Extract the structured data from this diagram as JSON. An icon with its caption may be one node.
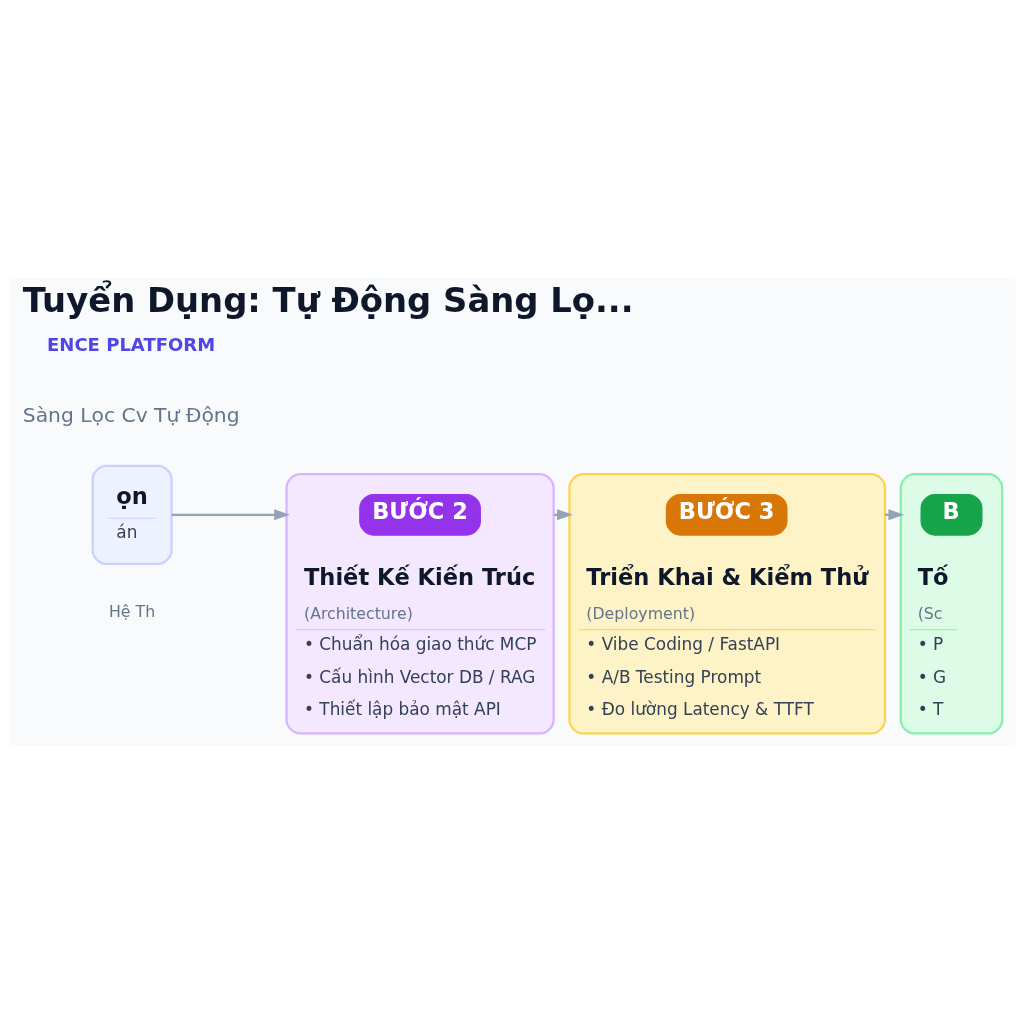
{
  "diagram": {
    "title": "Tuyển Dụng: Tự Động Sàng Lọ...",
    "nodes": [
      {
        "text": [
          "ọn",
          "án"
        ]
      },
      {
        "text": [
          "Thiết Kế Kiến Trúc",
          "(Architecture)",
          "• Chuẩn hóa giao thức MCP",
          "• Cấu hình Vector DB / RAG",
          "• Thiết lập bảo mật API"
        ]
      },
      {
        "text": [
          "BƯỚC 2"
        ],
        "in": 1
      },
      {
        "text": [
          "Triển Khai & Kiểm Thử",
          "(Deployment)",
          "• Vibe Coding / FastAPI",
          "• A/B Testing Prompt",
          "• Đo lường Latency & TTFT"
        ]
      },
      {
        "text": [
          "BƯỚC 3"
        ],
        "in": 3
      },
      {
        "text": [
          "Tố",
          "(Sc",
          "• P",
          "• G",
          "• T"
        ]
      },
      {
        "text": [
          "B"
        ],
        "in": 5
      }
    ],
    "edges": [
      {
        "from": 0,
        "to": 1,
        "arrow": "to"
      },
      {
        "from": 1,
        "to": 3,
        "arrow": "to"
      },
      {
        "from": 3,
        "to": 5,
        "arrow": "to"
      }
    ],
    "labels": [
      "ENCE PLATFORM",
      "Sàng Lọc Cv Tự Động",
      "Hệ Th"
    ]
  }
}
